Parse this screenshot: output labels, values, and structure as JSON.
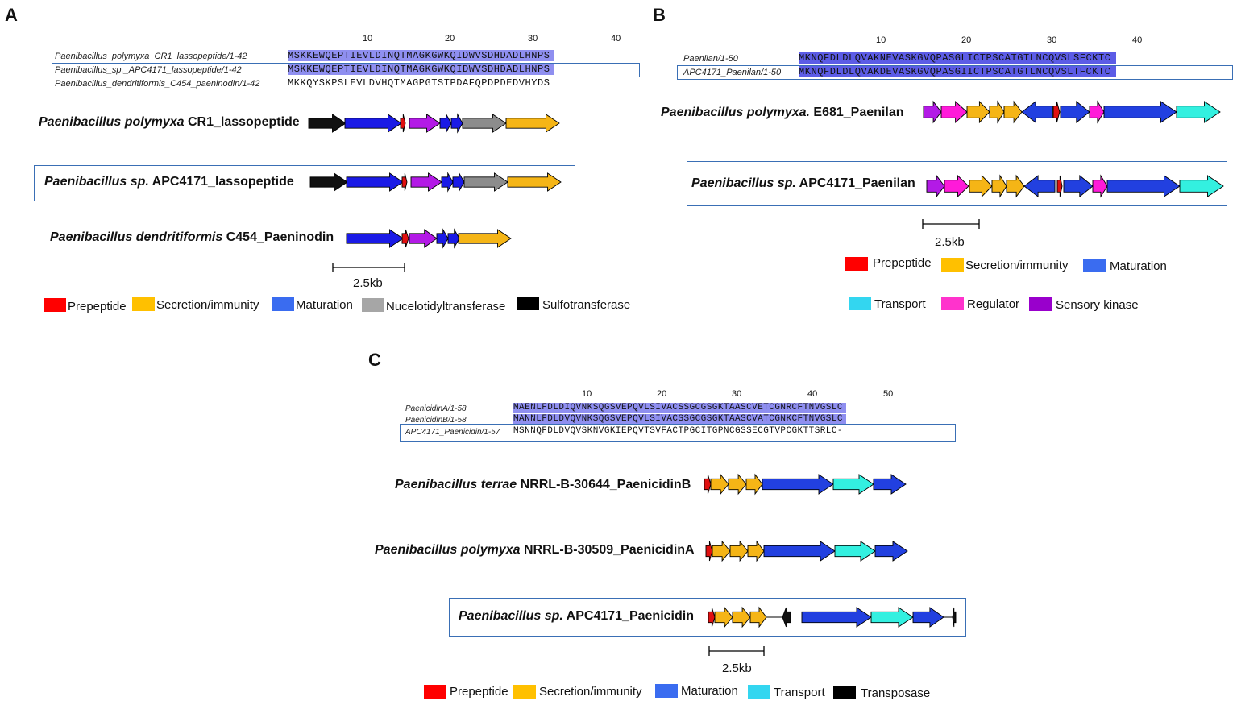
{
  "panels": {
    "A": {
      "letter": "A",
      "ticks": [
        "10",
        "20",
        "30",
        "40"
      ],
      "sequences": [
        {
          "name": "Paenibacillus_polymyxa_CR1_lassopeptide/1-42",
          "seq": "MSKKEWQEPTIEVLDINQTMAGKGWKQIDWVSDHDADLHNPS"
        },
        {
          "name": "Paenibacillus_sp._APC4171_lassopeptide/1-42",
          "seq": "MSKKEWQEPTIEVLDINQTMAGKGWKQIDWVSDHDADLHNPS"
        },
        {
          "name": "Paenibacillus_dendritiformis_C454_paeninodin/1-42",
          "seq": "MKKQYSKPSLEVLDVHQTMAGPGTSTPDAFQPDPDEDVHYDS"
        }
      ],
      "clusters": [
        {
          "genus": "Paenibacillus polymyxa",
          "rest": " CR1_lassopeptide"
        },
        {
          "genus": "Paenibacillus sp.",
          "rest": " APC4171_lassopeptide"
        },
        {
          "genus": "Paenibacillus dendritiformis",
          "rest": " C454_Paeninodin"
        }
      ],
      "scale_label": "2.5kb",
      "legend": [
        {
          "label": "Prepeptide",
          "color": "#ff0000"
        },
        {
          "label": "Secretion/immunity",
          "color": "#ffc000"
        },
        {
          "label": "Maturation",
          "color": "#3a6cf0"
        },
        {
          "label": "Nucelotidyltransferase",
          "color": "#a6a6a6"
        },
        {
          "label": "Sulfotransferase",
          "color": "#000000"
        }
      ]
    },
    "B": {
      "letter": "B",
      "ticks": [
        "10",
        "20",
        "30",
        "40"
      ],
      "sequences": [
        {
          "name": "Paenilan/1-50",
          "seq": "MKNQFDLDLQVAKNEVASKGVQPASGLICTPSCATGTLNCQVSLSFCKTC"
        },
        {
          "name": "APC4171_Paenilan/1-50",
          "seq": "MKNQFDLDLQVAKDEVASKGVQPASGIICTPSCATGTLNCQVSLTFCKTC"
        }
      ],
      "clusters": [
        {
          "genus": "Paenibacillus polymyxa.",
          "rest": " E681_Paenilan"
        },
        {
          "genus": "Paenibacillus sp.",
          "rest": " APC4171_Paenilan"
        }
      ],
      "scale_label": "2.5kb",
      "legend": [
        {
          "label": "Prepeptide",
          "color": "#ff0000"
        },
        {
          "label": "Secretion/immunity",
          "color": "#ffc000"
        },
        {
          "label": "Maturation",
          "color": "#3a6cf0"
        },
        {
          "label": "Transport",
          "color": "#33d6f0"
        },
        {
          "label": "Regulator",
          "color": "#ff33cc"
        },
        {
          "label": "Sensory kinase",
          "color": "#9900cc"
        }
      ]
    },
    "C": {
      "letter": "C",
      "ticks": [
        "10",
        "20",
        "30",
        "40",
        "50"
      ],
      "sequences": [
        {
          "name": "PaenicidinA/1-58",
          "seq": "MAENLFDLDIQVNKSQGSVEPQVLSIVACSSGCGSGKTAASCVETCGNRCFTNVGSLC"
        },
        {
          "name": "PaenicidinB/1-58",
          "seq": "MANNLFDLDVQVNKSQGSVEPQVLSIVACSSGCGSGKTAASCVATCGNKCFTNVGSLC"
        },
        {
          "name": "APC4171_Paenicidin/1-57",
          "seq": "MSNNQFDLDVQVSKNVGKIEPQVTSVFACTPGCITGPNCGSSECGTVPCGKTTSRLC-"
        }
      ],
      "clusters": [
        {
          "genus": "Paenibacillus terrae",
          "rest": " NRRL-B-30644_PaenicidinB"
        },
        {
          "genus": "Paenibacillus polymyxa",
          "rest": " NRRL-B-30509_PaenicidinA"
        },
        {
          "genus": "Paenibacillus sp.",
          "rest": " APC4171_Paenicidin"
        }
      ],
      "scale_label": "2.5kb",
      "legend": [
        {
          "label": "Prepeptide",
          "color": "#ff0000"
        },
        {
          "label": "Secretion/immunity",
          "color": "#ffc000"
        },
        {
          "label": "Maturation",
          "color": "#3a6cf0"
        },
        {
          "label": "Transport",
          "color": "#33d6f0"
        },
        {
          "label": "Transposase",
          "color": "#000000"
        }
      ]
    }
  }
}
